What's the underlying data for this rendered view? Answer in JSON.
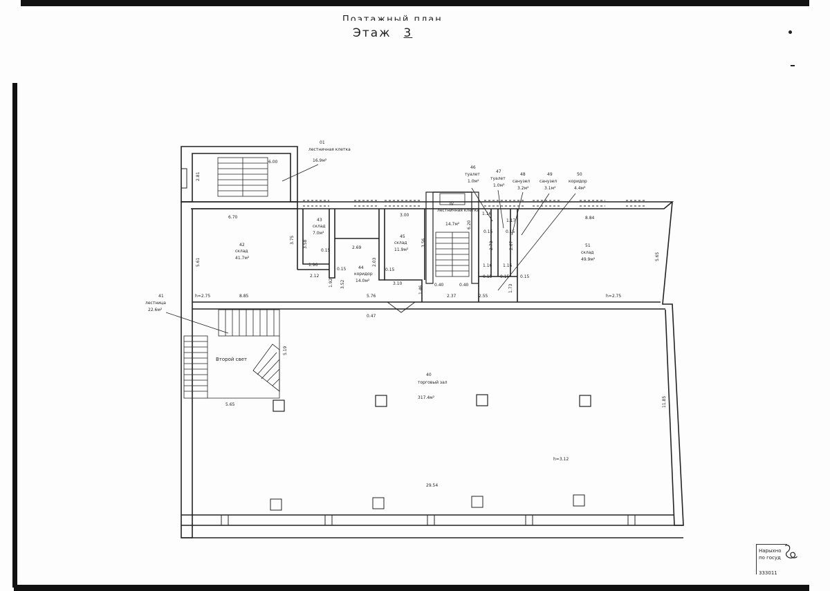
{
  "header": {
    "title_cut": "Поэтажный план",
    "floor_label": "Этаж",
    "floor_number": "3"
  },
  "stamp": {
    "line1": "Нарыхно",
    "line2": "по госуд",
    "line3": "333011"
  },
  "rooms": [
    {
      "id": "01",
      "name": "лестничная клетка",
      "area": "16.9м²"
    },
    {
      "id": "41",
      "name": "лестница",
      "area": "22.6м²"
    },
    {
      "id": "42",
      "name": "склад",
      "area": "41.7м²"
    },
    {
      "id": "43",
      "name": "склад",
      "area": "7.0м²"
    },
    {
      "id": "44",
      "name": "коридор",
      "area": "14.0м²"
    },
    {
      "id": "45",
      "name": "склад",
      "area": "11.9м²"
    },
    {
      "id": "IV",
      "name": "лестничная клетка",
      "area": "14.7м²"
    },
    {
      "id": "46",
      "name": "туалет",
      "area": "1.0м²"
    },
    {
      "id": "47",
      "name": "туалет",
      "area": "1.0м²"
    },
    {
      "id": "48",
      "name": "санузел",
      "area": "3.2м²"
    },
    {
      "id": "49",
      "name": "санузел",
      "area": "3.1м²"
    },
    {
      "id": "50",
      "name": "коридор",
      "area": "4.4м²"
    },
    {
      "id": "51",
      "name": "склад",
      "area": "49.9м²"
    },
    {
      "id": "40",
      "name": "торговый зал",
      "area": "317.4м²"
    }
  ],
  "labels": {
    "second_light": "Второй свет",
    "h_left": "h=2.75",
    "h_right": "h=2.75",
    "h_hall": "h=3.12"
  },
  "dimensions": {
    "d600": "6.00",
    "d281": "2.81",
    "d670": "6.70",
    "d561": "5.61",
    "d885": "8.85",
    "d375": "3.75",
    "d358": "3.58",
    "d015a": "0.15",
    "d196": "1.96",
    "d212": "2.12",
    "d269": "2.69",
    "d015b": "0.15",
    "d192": "1.92",
    "d352": "3.52",
    "d203": "2.03",
    "d015c": "0.15",
    "d300": "3.00",
    "d356": "3.56",
    "d310": "3.10",
    "d576": "5.76",
    "d146": "1.46",
    "d040a": "0.40",
    "d040b": "0.40",
    "d237": "2.37",
    "d620": "6.20",
    "d116a": "1.16",
    "d117": "1.17",
    "d015d": "0.15",
    "d015e": "0.15",
    "d273": "2.73",
    "d267": "2.67",
    "d116b": "1.16",
    "d116c": "1.16",
    "d015f": "0.15",
    "d015g": "0.15",
    "d015h": "0.15",
    "d173": "1.73",
    "d255": "2.55",
    "d884": "8.84",
    "d565a": "5.65",
    "d047": "0.47",
    "d519": "5.19",
    "d565b": "5.65",
    "d1185": "11.85",
    "d2954": "29.54"
  }
}
